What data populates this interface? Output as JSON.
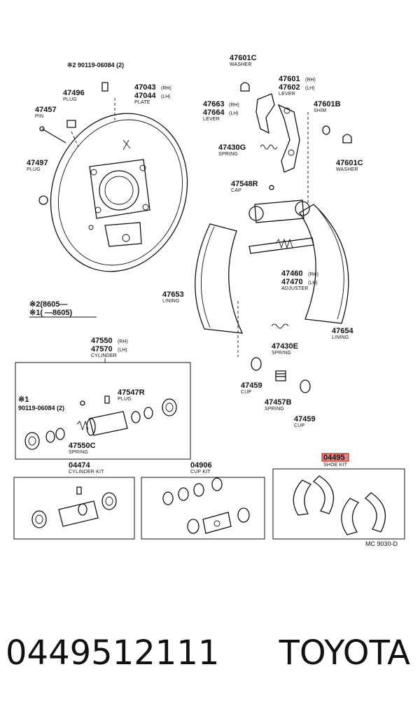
{
  "labels": {
    "bolt_note": "※2 90119-06084 (2)",
    "plug_47496": "47496",
    "plug_47496_sub": "PLUG",
    "pin_47457": "47457",
    "pin_47457_sub": "PIN",
    "plate_rh": "47043",
    "plate_lh": "47044",
    "plate_sub": "PLATE",
    "plug_47497": "47497",
    "plug_47497_sub": "PLUG",
    "washer_top": "47601C",
    "washer_top_sub": "WASHER",
    "lever_rh": "47601",
    "lever_lh": "47602",
    "lever_right_sub": "LEVER",
    "lever_left_rh": "47663",
    "lever_left_lh": "47664",
    "lever_left_sub": "LEVER",
    "shim": "47601B",
    "shim_sub": "SHIM",
    "spring_g": "47430G",
    "spring_g_sub": "SPRING",
    "washer_right": "47601C",
    "washer_right_sub": "WASHER",
    "cap": "47548R",
    "cap_sub": "CAP",
    "adjuster_rh": "47460",
    "adjuster_lh": "47470",
    "adjuster_sub": "ADJUSTER",
    "lining_left": "47653",
    "lining_left_sub": "LINING",
    "lining_right": "47654",
    "lining_right_sub": "LINING",
    "spring_e": "47430E",
    "spring_e_sub": "SPRING",
    "cup_left": "47459",
    "cup_left_sub": "CUP",
    "spring_b": "47457B",
    "spring_b_sub": "SPRING",
    "cup_right": "47459",
    "cup_right_sub": "CUP",
    "date_note_2": "※2(8605—",
    "date_note_1": "※1(      —8605)",
    "cyl_rh": "47550",
    "cyl_lh": "47570",
    "cyl_sub": "CYLINDER",
    "plug_47547": "47547R",
    "plug_47547_sub": "PLUG",
    "bolt_note_1": "※1",
    "bolt_note_1b": "90119-06084 (2)",
    "spring_c": "47550C",
    "spring_c_sub": "SPRING",
    "cyl_kit": "04474",
    "cyl_kit_sub": "CYLINDER KIT",
    "cup_kit": "04906",
    "cup_kit_sub": "CUP KIT",
    "shoe_kit": "04495",
    "shoe_kit_sub": "SHOE KIT",
    "figure_code": "MC 9030-D",
    "rh": "(RH)",
    "lh": "(LH)"
  },
  "caption": {
    "part_number": "0449512111",
    "brand": "TOYOTA"
  },
  "colors": {
    "highlight": "#e48a8a",
    "highlight_border": "#c00000",
    "ink": "#111111"
  }
}
